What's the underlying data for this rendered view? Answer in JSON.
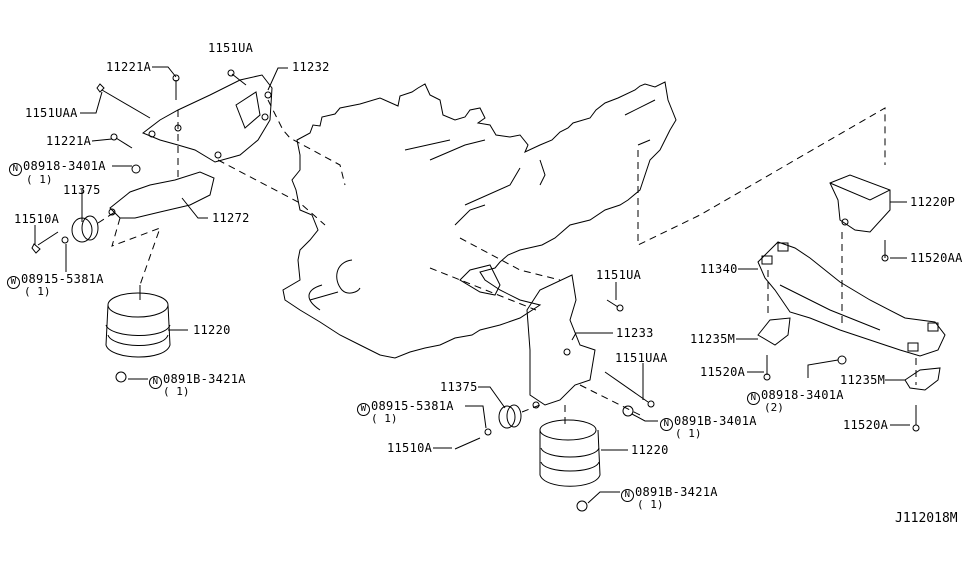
{
  "diagram": {
    "title": "Engine & Transmission Mounting",
    "reference_code": "J112018M",
    "callouts": [
      {
        "id": "c1",
        "part": "1151UA"
      },
      {
        "id": "c2",
        "part": "11221A"
      },
      {
        "id": "c3",
        "part": "11232"
      },
      {
        "id": "c4",
        "part": "1151UAA"
      },
      {
        "id": "c5",
        "part": "11221A"
      },
      {
        "id": "c6",
        "part": "08918-3401A",
        "prefix": "N",
        "qty": "( 1)"
      },
      {
        "id": "c7",
        "part": "11375"
      },
      {
        "id": "c8",
        "part": "11510A"
      },
      {
        "id": "c9",
        "part": "11272"
      },
      {
        "id": "c10",
        "part": "08915-5381A",
        "prefix": "W",
        "qty": "( 1)"
      },
      {
        "id": "c11",
        "part": "11220"
      },
      {
        "id": "c12",
        "part": "0891B-3421A",
        "prefix": "N",
        "qty": "( 1)"
      },
      {
        "id": "c13",
        "part": "1151UA"
      },
      {
        "id": "c14",
        "part": "11233"
      },
      {
        "id": "c15",
        "part": "1151UAA"
      },
      {
        "id": "c16",
        "part": "11375"
      },
      {
        "id": "c17",
        "part": "08915-5381A",
        "prefix": "W",
        "qty": "( 1)"
      },
      {
        "id": "c18",
        "part": "0891B-3401A",
        "prefix": "N",
        "qty": "( 1)"
      },
      {
        "id": "c19",
        "part": "11510A"
      },
      {
        "id": "c20",
        "part": "11220"
      },
      {
        "id": "c21",
        "part": "0891B-3421A",
        "prefix": "N",
        "qty": "( 1)"
      },
      {
        "id": "c22",
        "part": "11220P"
      },
      {
        "id": "c23",
        "part": "11520AA"
      },
      {
        "id": "c24",
        "part": "11340"
      },
      {
        "id": "c25",
        "part": "11235M"
      },
      {
        "id": "c26",
        "part": "11520A"
      },
      {
        "id": "c27",
        "part": "08918-3401A",
        "prefix": "N",
        "qty": "(2)"
      },
      {
        "id": "c28",
        "part": "11235M"
      },
      {
        "id": "c29",
        "part": "11520A"
      }
    ]
  }
}
